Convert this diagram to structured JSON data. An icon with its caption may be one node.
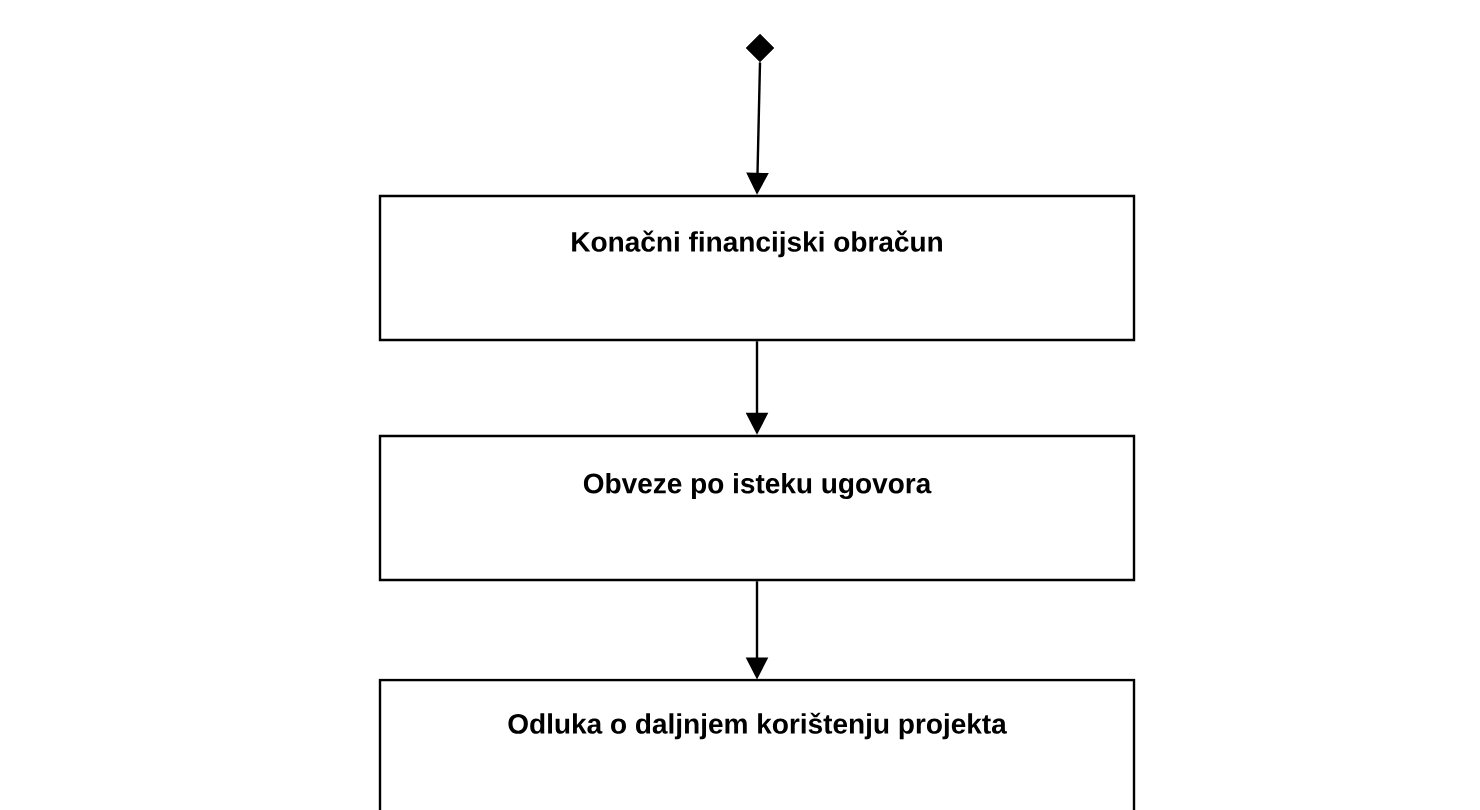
{
  "diagram": {
    "nodes": [
      {
        "text": [],
        "shape": "diamond"
      },
      {
        "text": [
          "Konačni financijski obračun"
        ]
      },
      {
        "text": [
          "Obveze po isteku ugovora"
        ]
      },
      {
        "text": [
          "Odluka o daljnjem korištenju projekta"
        ]
      }
    ],
    "edges": [
      {
        "from": 0,
        "to": 1,
        "arrow": "to"
      },
      {
        "from": 1,
        "to": 2,
        "arrow": "to"
      },
      {
        "from": 2,
        "to": 3,
        "arrow": "to"
      }
    ]
  }
}
